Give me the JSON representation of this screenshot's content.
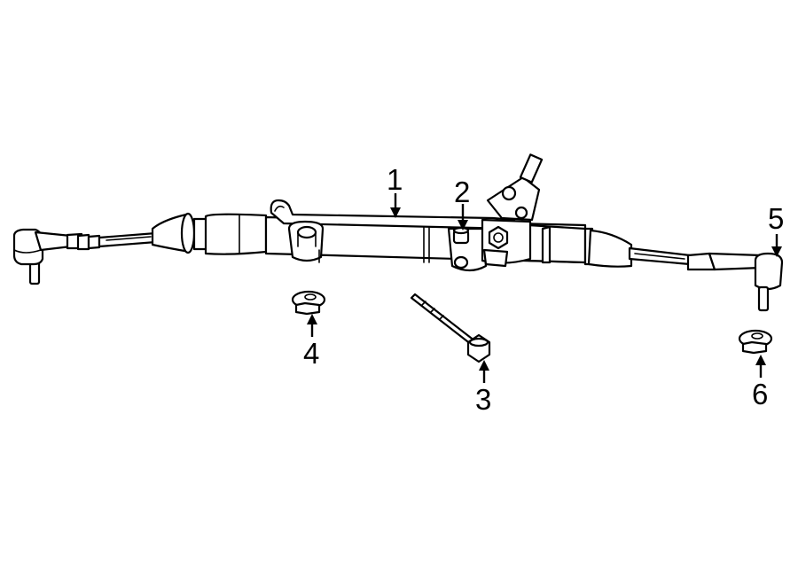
{
  "diagram": {
    "background": "#ffffff",
    "line_color": "#000000",
    "callouts": [
      {
        "id": "1",
        "label": "1",
        "part": "rack-and-pinion-gear-assembly"
      },
      {
        "id": "2",
        "label": "2",
        "part": "rack-cap-plug"
      },
      {
        "id": "3",
        "label": "3",
        "part": "mounting-bolt"
      },
      {
        "id": "4",
        "label": "4",
        "part": "mounting-nut-left"
      },
      {
        "id": "5",
        "label": "5",
        "part": "outer-tie-rod-end-right"
      },
      {
        "id": "6",
        "label": "6",
        "part": "tie-rod-end-nut-right"
      }
    ]
  }
}
